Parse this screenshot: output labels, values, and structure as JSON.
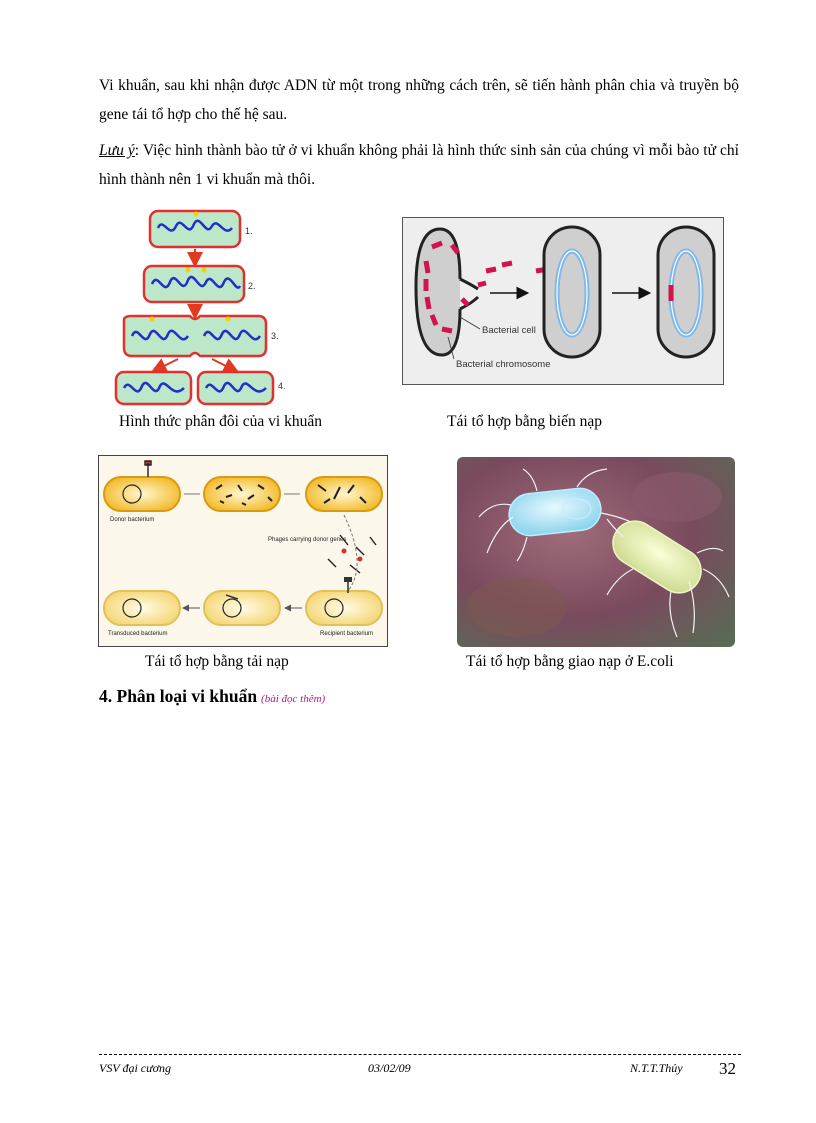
{
  "paragraphs": {
    "intro": "Vi khuẩn, sau khi nhận được ADN từ một trong những cách trên, sẽ tiến hành phân chia và truyền bộ gene tái tổ hợp cho thế hệ sau.",
    "note_label": "Lưu ý",
    "note_text": ": Việc hình thành bào tử ở vi khuẩn không phải là hình thức sinh sản của chúng vì mỗi bào tử chỉ hình thành nên 1 vi khuẩn mà thôi."
  },
  "figures": {
    "fission": {
      "caption": "Hình thức phân đôi của vi khuẩn",
      "step_labels": [
        "1.",
        "2.",
        "3.",
        "4."
      ]
    },
    "transformation": {
      "caption": "Tái tổ hợp bằng biến nạp",
      "labels": {
        "cell": "Bacterial cell",
        "chromosome": "Bacterial chromosome"
      }
    },
    "transduction": {
      "caption": "Tái tổ hợp bằng tải nạp",
      "labels": {
        "donor": "Donor bacterium",
        "phages": "Phages carrying donor genes",
        "transduced": "Transduced bacterium",
        "recipient": "Recipient bacterium"
      }
    },
    "conjugation": {
      "caption": "Tái tổ hợp bằng giao nạp ở E.coli"
    }
  },
  "section": {
    "heading": "4. Phân loại vi khuẩn",
    "heading_note": "(bài đọc thêm)"
  },
  "footer": {
    "left": "VSV đại cương",
    "center": "03/02/09",
    "right": "N.T.T.Thủy",
    "page_number": "32"
  },
  "colors": {
    "cell_fill": "#bce7c8",
    "cell_border": "#e0302f",
    "dna": "#2230c8",
    "arrow": "#e03a20",
    "chromosome_red": "#d1134e",
    "plasmid_blue": "#7db8ea",
    "transduction_cell": "#f2b51d",
    "heading_note": "#b0178e"
  }
}
